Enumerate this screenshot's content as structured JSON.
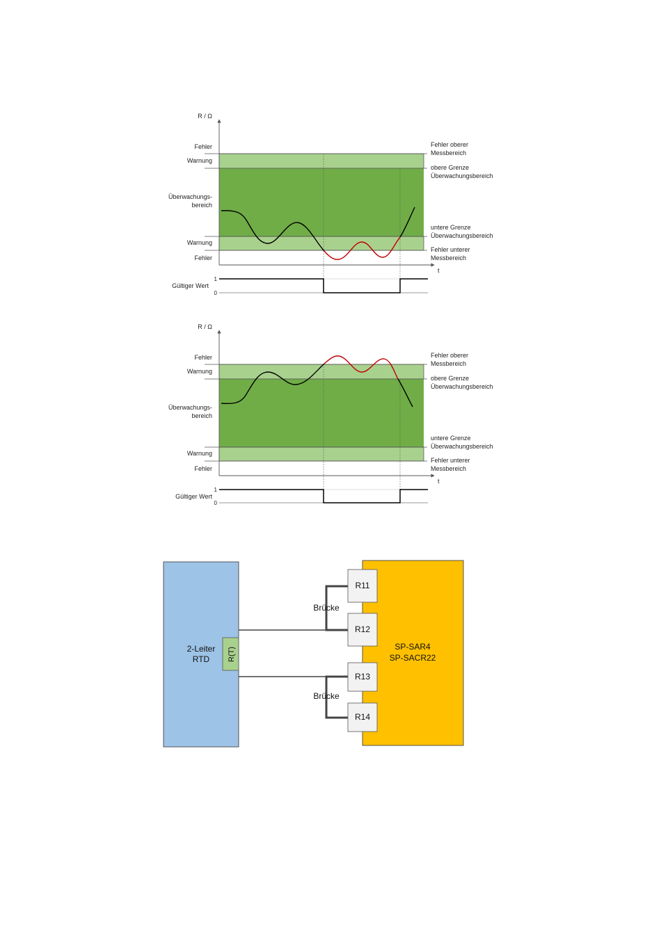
{
  "colors": {
    "monitoring": "#70ad47",
    "warning": "#a9d18e",
    "line": "#000000",
    "fault_line": "#c00000",
    "rtd_box": "#9dc3e6",
    "module_box": "#ffc000",
    "terminal": "#f2f2f2",
    "rt_box": "#a9d18e"
  },
  "diagram1": {
    "y_axis_label": "R / Ω",
    "x_axis_label": "t",
    "left_labels": {
      "fehler_top": "Fehler",
      "warnung_top": "Warnung",
      "band_line1": "Überwachungs-",
      "band_line2": "bereich",
      "warnung_bottom": "Warnung",
      "fehler_bottom": "Fehler"
    },
    "right_labels": {
      "r1a": "Fehler oberer",
      "r1b": "Messbereich",
      "r2a": "obere Grenze",
      "r2b": "Überwachungsbereich",
      "r3a": "untere Grenze",
      "r3b": "Überwachungsbereich",
      "r4a": "Fehler unterer",
      "r4b": "Messbereich"
    },
    "signal_label": "Gültiger Wert",
    "signal_high": "1",
    "signal_low": "0",
    "signal_levels": [
      1,
      0,
      1
    ]
  },
  "diagram2": {
    "y_axis_label": "R / Ω",
    "x_axis_label": "t",
    "left_labels": {
      "fehler_top": "Fehler",
      "warnung_top": "Warnung",
      "band_line1": "Überwachungs-",
      "band_line2": "bereich",
      "warnung_bottom": "Warnung",
      "fehler_bottom": "Fehler"
    },
    "right_labels": {
      "r1a": "Fehler oberer",
      "r1b": "Messbereich",
      "r2a": "obere Grenze",
      "r2b": "Überwachungsbereich",
      "r3a": "untere Grenze",
      "r3b": "Überwachungsbereich",
      "r4a": "Fehler unterer",
      "r4b": "Messbereich"
    },
    "signal_label": "Gültiger Wert",
    "signal_high": "1",
    "signal_low": "0",
    "signal_levels": [
      1,
      0,
      1
    ]
  },
  "wiring": {
    "rtd_line1": "2-Leiter",
    "rtd_line2": "RTD",
    "sensor_label": "R(T)",
    "module_line1": "SP-SAR4",
    "module_line2": "SP-SACR22",
    "terminals": [
      "R11",
      "R12",
      "R13",
      "R14"
    ],
    "bridge_label_top": "Brücke",
    "bridge_label_bottom": "Brücke"
  }
}
